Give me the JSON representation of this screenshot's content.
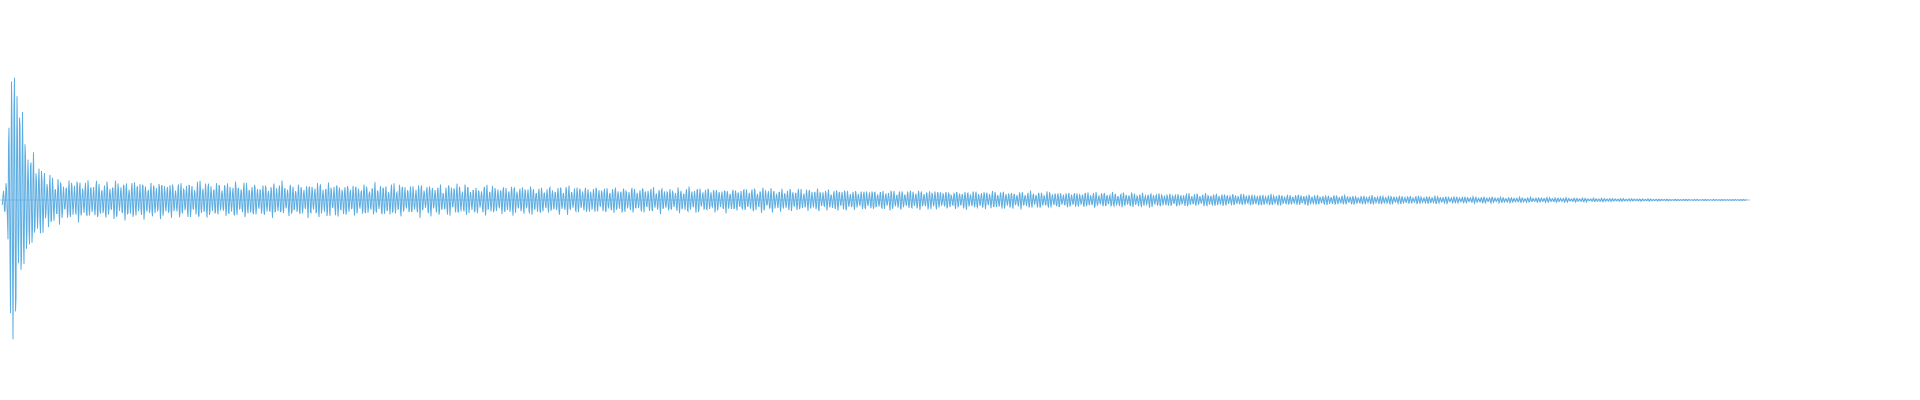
{
  "waveform": {
    "color": "#5dade2",
    "background": "#ffffff",
    "description_type": "audio-waveform-decaying-oscillation",
    "envelope": {
      "peak_amplitude": 1.0,
      "initial_transient_fraction": 0.01,
      "sustain_amplitude": 0.12,
      "decay_end_fraction": 0.91,
      "active_extent_fraction": 0.91
    }
  }
}
